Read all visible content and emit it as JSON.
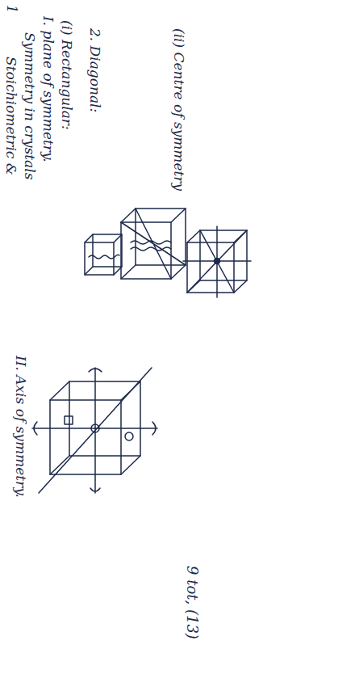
{
  "diagram": {
    "labels": [
      "1",
      "Stoichiometric &",
      "Symmetry in crystals",
      "I. plane of symmetry.",
      "(i) Rectangular:",
      "2. Diagonal:",
      "(ii) Centre of symmetry",
      "II. Axis of symmetry.",
      "9 tot, (13)"
    ]
  }
}
